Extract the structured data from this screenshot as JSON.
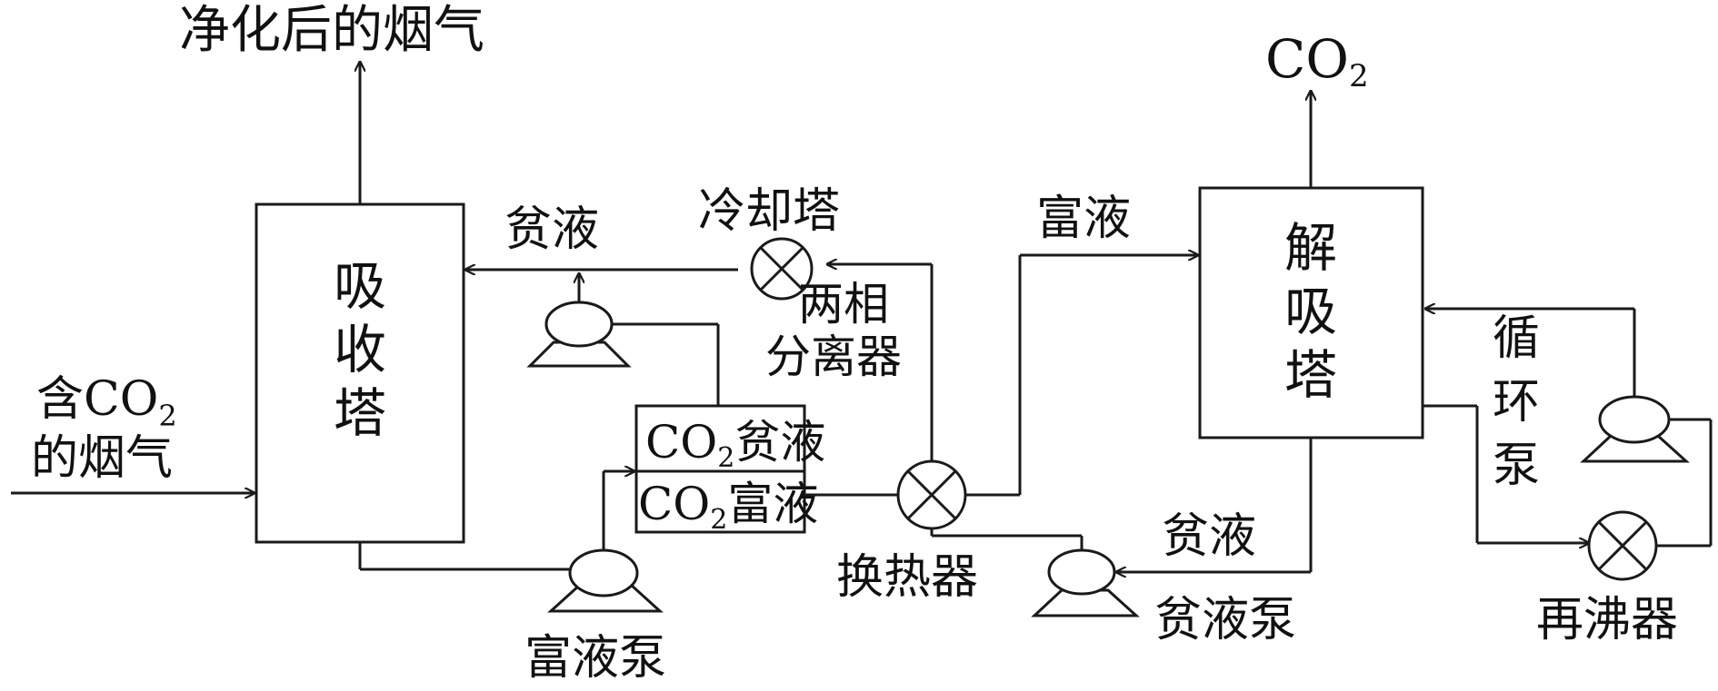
{
  "labels": {
    "clean_gas": "净化后的烟气",
    "absorber_1": "吸",
    "absorber_2": "收",
    "absorber_3": "塔",
    "feed_gas_1": "含CO",
    "feed_gas_2": "的烟气",
    "lean_top": "贫液",
    "cooler": "冷却塔",
    "separator_1": "两相",
    "separator_2": "分离器",
    "co2_lean": "CO",
    "co2_lean_tail": "贫液",
    "co2_rich": "CO",
    "co2_rich_tail": "富液",
    "rich_pump": "富液泵",
    "heat_exchanger": "换热器",
    "rich_liquid": "富液",
    "co2_out": "CO",
    "subscript_2": "2",
    "stripper_1": "解",
    "stripper_2": "吸",
    "stripper_3": "塔",
    "circ_pump_1": "循",
    "circ_pump_2": "环",
    "circ_pump_3": "泵",
    "lean_bottom": "贫液",
    "lean_pump": "贫液泵",
    "reboiler": "再沸器"
  }
}
